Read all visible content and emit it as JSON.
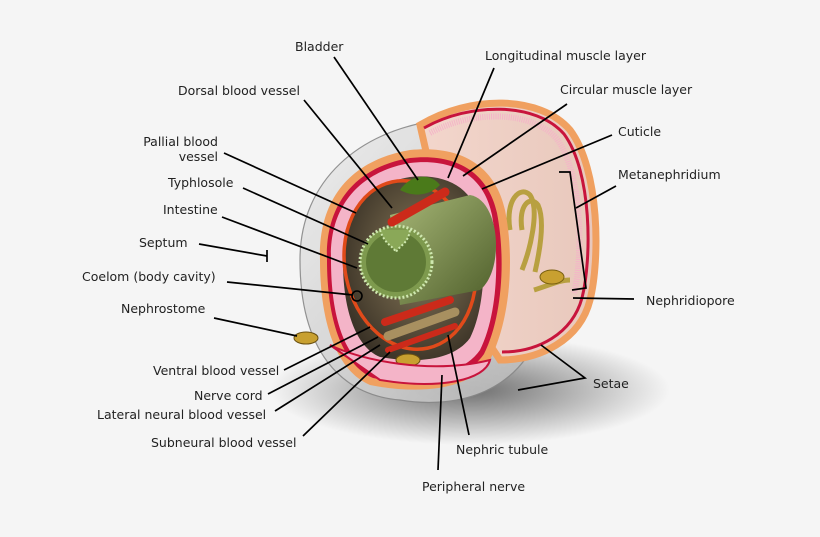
{
  "title": "Earthworm cross-section anatomy",
  "colors": {
    "background": "#f5f5f5",
    "cuticle": "#f0a060",
    "circular_muscle": "#c8143c",
    "longitudinal_muscle": "#f4b4c8",
    "intestine": "#7a8c4a",
    "blood_vessel": "#cc2a1a",
    "body_wall_gray": "#d8d8d8",
    "leader_line": "#000000"
  },
  "labels": {
    "bladder": "Bladder",
    "longitudinal_muscle_layer": "Longitudinal muscle layer",
    "dorsal_blood_vessel": "Dorsal blood vessel",
    "circular_muscle_layer": "Circular muscle layer",
    "cuticle": "Cuticle",
    "pallial_blood_vessel_line1": "Pallial blood",
    "pallial_blood_vessel_line2": "vessel",
    "metanephridium": "Metanephridium",
    "typhlosole": "Typhlosole",
    "intestine": "Intestine",
    "septum": "Septum",
    "coelom": "Coelom (body cavity)",
    "nephridiopore": "Nephridiopore",
    "nephrostome": "Nephrostome",
    "ventral_blood_vessel": "Ventral blood vessel",
    "nerve_cord": "Nerve cord",
    "lateral_neural_blood_vessel": "Lateral neural blood vessel",
    "setae": "Setae",
    "subneural_blood_vessel": "Subneural blood vessel",
    "nephric_tubule": "Nephric tubule",
    "peripheral_nerve": "Peripheral nerve"
  }
}
